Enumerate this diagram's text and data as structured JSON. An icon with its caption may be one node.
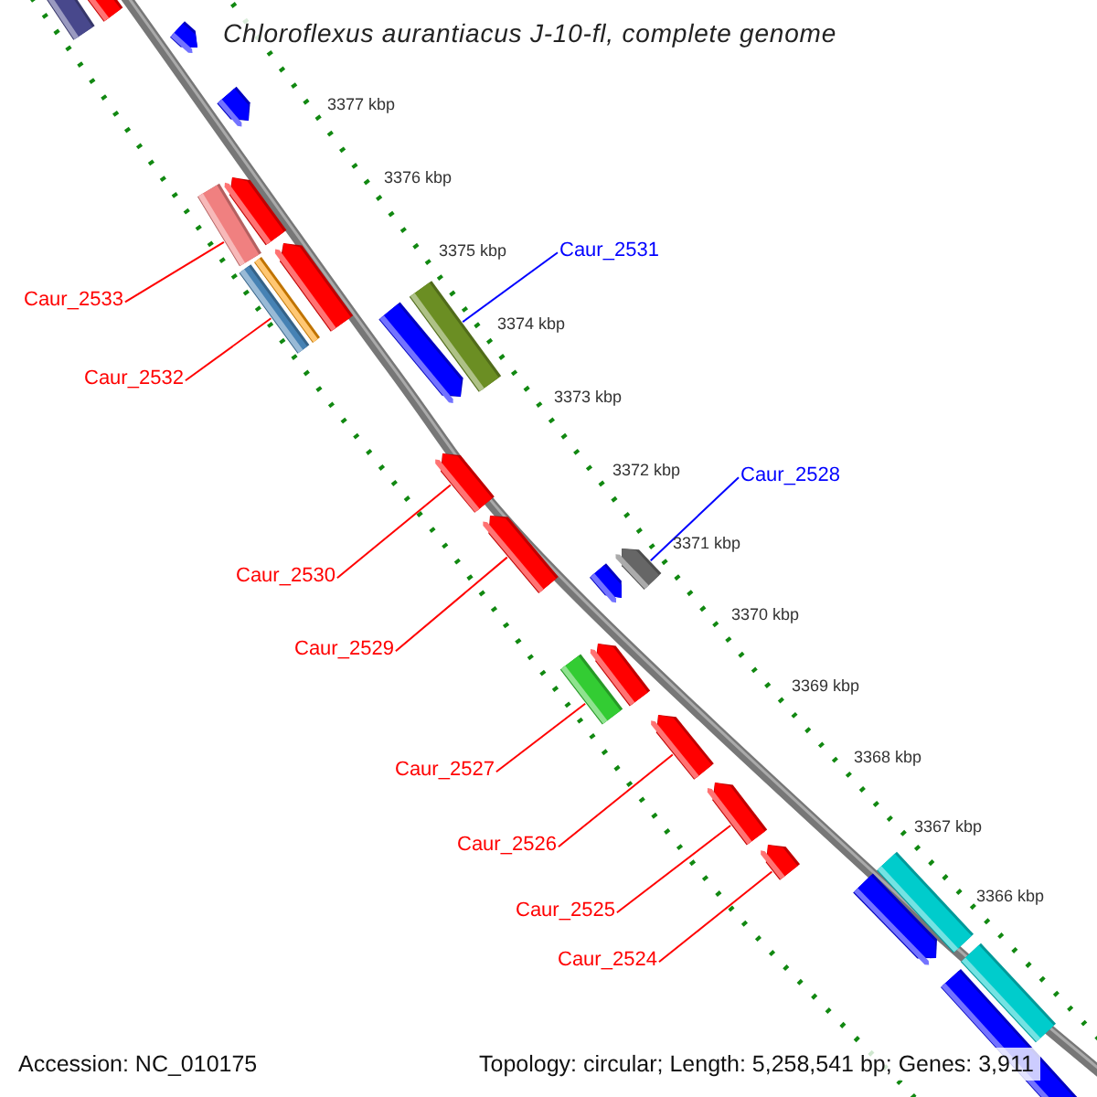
{
  "diagram": {
    "title": "Chloroflexus aurantiacus J-10-fl, complete genome",
    "nodes": [
      {
        "text": [],
        "shape": "bar"
      },
      {
        "text": [],
        "shape": "bar"
      },
      {
        "text": [],
        "shape": "bar"
      },
      {
        "text": [],
        "shape": "bar"
      },
      {
        "text": [],
        "shape": "bar"
      },
      {
        "text": [],
        "shape": "bar"
      },
      {
        "text": [],
        "shape": "bar"
      },
      {
        "text": [],
        "shape": "bar"
      },
      {
        "text": [],
        "shape": "bar"
      },
      {
        "text": [],
        "shape": "bar"
      },
      {
        "text": [],
        "shape": "bar"
      },
      {
        "text": [],
        "shape": "bar"
      },
      {
        "text": [],
        "shape": "bar"
      },
      {
        "text": [],
        "shape": "bar"
      },
      {
        "text": [],
        "shape": "bar"
      },
      {
        "text": [],
        "shape": "bar"
      },
      {
        "text": [],
        "shape": "bar"
      },
      {
        "text": [],
        "shape": "bar"
      },
      {
        "text": [],
        "shape": "bar"
      },
      {
        "text": [],
        "shape": "bar"
      },
      {
        "text": [],
        "shape": "bar"
      },
      {
        "text": [],
        "shape": "bar"
      },
      {
        "text": [],
        "shape": "bar"
      },
      {
        "text": [],
        "shape": "bar"
      },
      {
        "text": [
          "Caur_2533"
        ]
      },
      {
        "text": [
          "Caur_2532"
        ]
      },
      {
        "text": [
          "Caur_2531"
        ]
      },
      {
        "text": [
          "Caur_2530"
        ]
      },
      {
        "text": [
          "Caur_2529"
        ]
      },
      {
        "text": [
          "Caur_2528"
        ]
      },
      {
        "text": [
          "Caur_2527"
        ]
      },
      {
        "text": [
          "Caur_2526"
        ]
      },
      {
        "text": [
          "Caur_2525"
        ]
      },
      {
        "text": [
          "Caur_2524"
        ]
      }
    ],
    "edges": [
      {
        "from": 24,
        "to": 5,
        "arrow": "none"
      },
      {
        "from": 25,
        "to": 7,
        "arrow": "none"
      },
      {
        "from": 26,
        "to": 10,
        "arrow": "none",
        "color": "#0000ff"
      },
      {
        "from": 27,
        "to": 11,
        "arrow": "none"
      },
      {
        "from": 28,
        "to": 12,
        "arrow": "none"
      },
      {
        "from": 29,
        "to": 13,
        "arrow": "none",
        "color": "#0000ff"
      },
      {
        "from": 30,
        "to": 16,
        "arrow": "none"
      },
      {
        "from": 31,
        "to": 17,
        "arrow": "none"
      },
      {
        "from": 32,
        "to": 18,
        "arrow": "none"
      },
      {
        "from": 33,
        "to": 19,
        "arrow": "none"
      }
    ],
    "labels": [
      "3377 kbp",
      "3376 kbp",
      "3375 kbp",
      "3374 kbp",
      "3373 kbp",
      "3372 kbp",
      "3371 kbp",
      "3370 kbp",
      "3369 kbp",
      "3368 kbp",
      "3367 kbp",
      "3366 kbp",
      "Accession: NC_010175",
      "Topology: circular; Length: 5,258,541 bp; Genes: 3,911"
    ]
  }
}
